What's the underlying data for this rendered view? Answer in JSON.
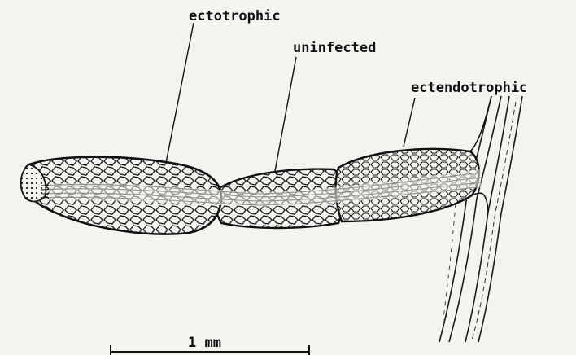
{
  "labels": {
    "ectotrophic": "ectotrophic",
    "uninfected": "uninfected",
    "ectendotrophic": "ectendotrophic"
  },
  "scale_bar": {
    "label": "1 mm"
  },
  "colors": {
    "ink": "#111111",
    "paper": "#f4f3ef"
  }
}
